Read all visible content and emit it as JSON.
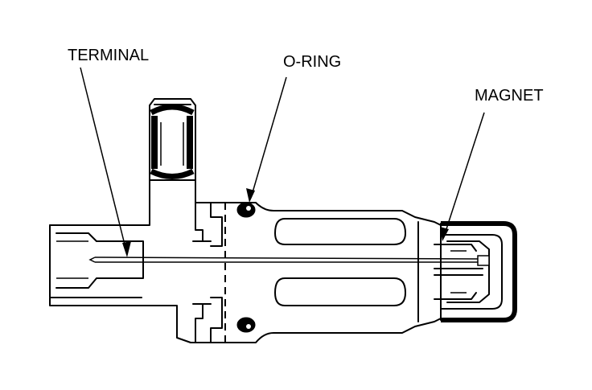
{
  "labels": {
    "terminal": "TERMINAL",
    "o_ring": "O-RING",
    "magnet": "MAGNET"
  }
}
